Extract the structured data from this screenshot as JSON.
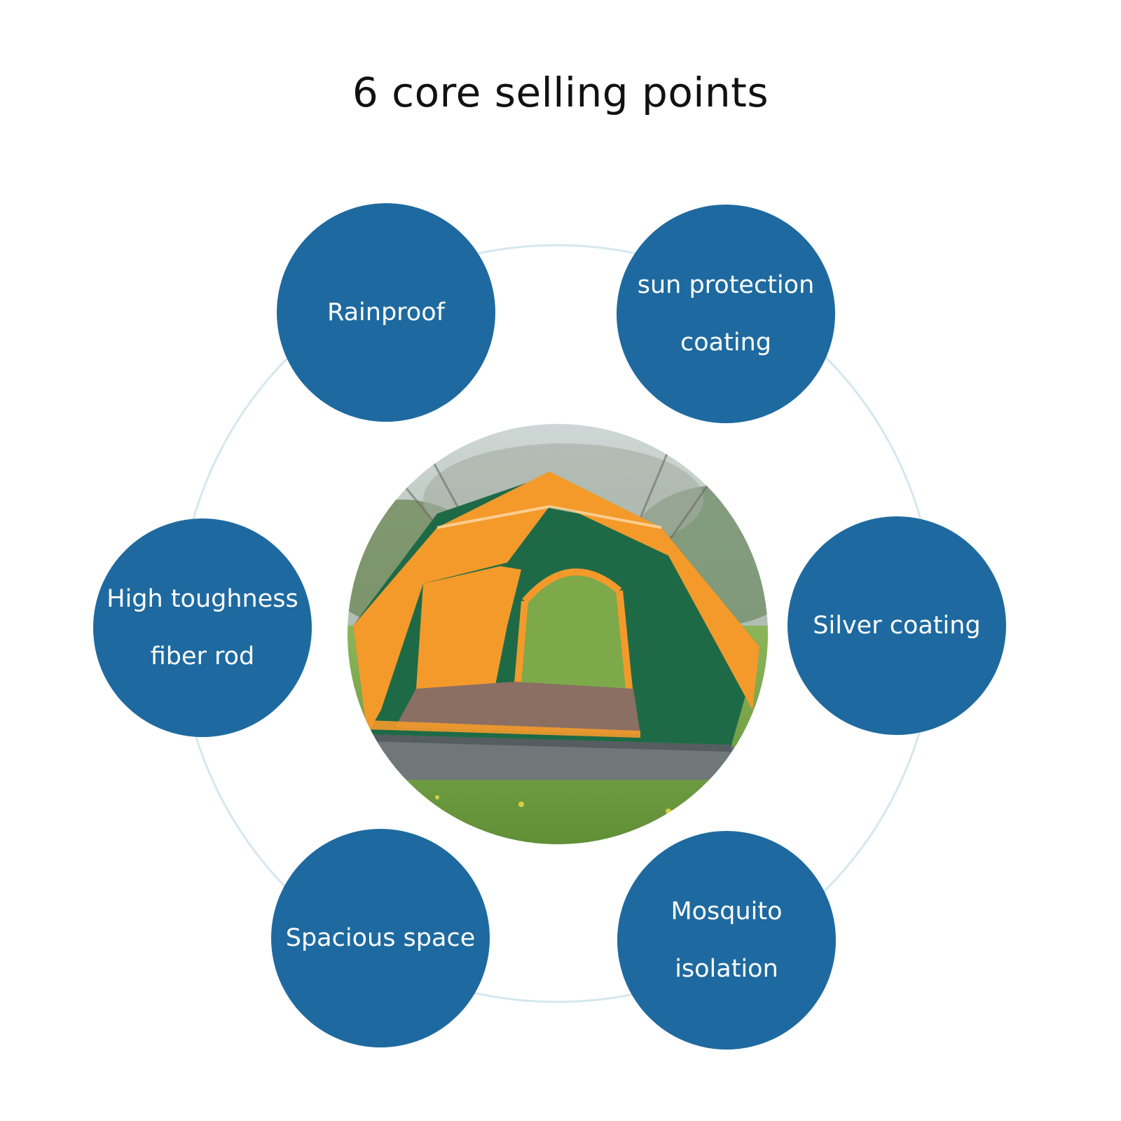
{
  "title": "6 core selling points",
  "features": [
    {
      "label": "Rainproof",
      "icon": "circle-badge"
    },
    {
      "label": "sun protection\ncoating",
      "icon": "circle-badge"
    },
    {
      "label": "High toughness\nfiber rod",
      "icon": "circle-badge"
    },
    {
      "label": "Silver coating",
      "icon": "circle-badge"
    },
    {
      "label": "Spacious space",
      "icon": "circle-badge"
    },
    {
      "label": "Mosquito\nisolation",
      "icon": "circle-badge"
    }
  ],
  "colors": {
    "badge": "#1e6aa0",
    "ring": "#d6e7ee",
    "tent_orange": "#f39a2b",
    "tent_green": "#1e6a47",
    "grass": "#7da94a",
    "ground_sheet": "#6f7779"
  },
  "image": {
    "subject": "tent-photo"
  }
}
